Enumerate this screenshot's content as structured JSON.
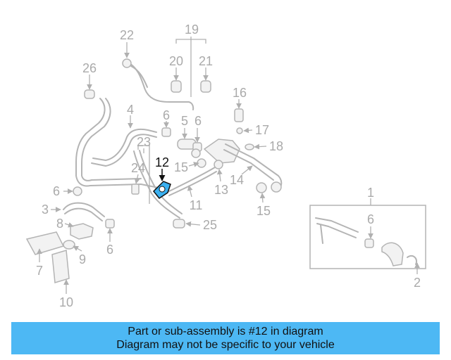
{
  "diagram": {
    "labels": {
      "l1": "1",
      "l2": "2",
      "l3": "3",
      "l4": "4",
      "l5": "5",
      "l6a": "6",
      "l6b": "6",
      "l6c": "6",
      "l6d": "6",
      "l6e": "6",
      "l7": "7",
      "l8": "8",
      "l9": "9",
      "l10": "10",
      "l11": "11",
      "l12": "12",
      "l13": "13",
      "l14": "14",
      "l15a": "15",
      "l15b": "15",
      "l16": "16",
      "l17": "17",
      "l18": "18",
      "l19": "19",
      "l20": "20",
      "l21": "21",
      "l22": "22",
      "l23": "23",
      "l24": "24",
      "l25": "25",
      "l26": "26"
    },
    "highlight_color": "#3ab0f0"
  },
  "banner": {
    "line1": "Part or sub-assembly is #12 in diagram",
    "line2": "Diagram may not be specific to your vehicle",
    "color": "#4db8f4"
  }
}
